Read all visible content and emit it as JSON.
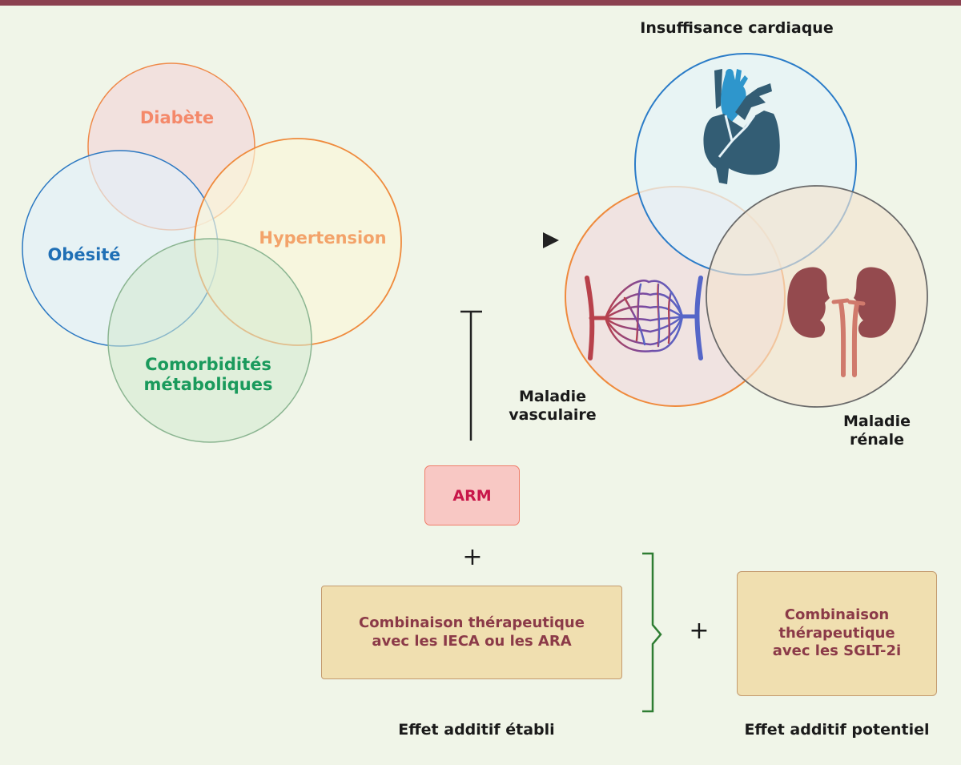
{
  "risk_factors": {
    "diabetes": "Diabète",
    "obesity": "Obésité",
    "hypertension": "Hypertension",
    "metabolic": [
      "Comorbidités",
      "métaboliques"
    ]
  },
  "outcomes": {
    "heart_failure": "Insuffisance cardiaque",
    "vascular": [
      "Maladie",
      "vasculaire"
    ],
    "renal": [
      "Maladie",
      "rénale"
    ]
  },
  "treatments": {
    "arm": "ARM",
    "plus": "+",
    "combo_ieca": [
      "Combinaison thérapeutique",
      "avec les IECA ou les ARA"
    ],
    "combo_sglt2": [
      "Combinaison",
      "thérapeutique",
      "avec les SGLT-2i"
    ],
    "effect_established": "Effet additif établi",
    "effect_potential": "Effet additif potentiel"
  },
  "icons": [
    "heart-icon",
    "capillary-network-icon",
    "kidneys-icon",
    "arrow-right-icon",
    "inhibition-icon",
    "curly-brace-icon"
  ],
  "colors": {
    "header_bar": "#8b4150",
    "background": "#f0f5e8",
    "diabetes": "#f4896a",
    "obesity": "#1f6fb5",
    "hypertension": "#f3a36a",
    "metabolic": "#1a9a5c",
    "arm_text": "#c8164a",
    "combo_text": "#8b3a48",
    "heart_dark": "#335d74",
    "heart_light": "#2e96cc",
    "kidney": "#944a4e"
  }
}
